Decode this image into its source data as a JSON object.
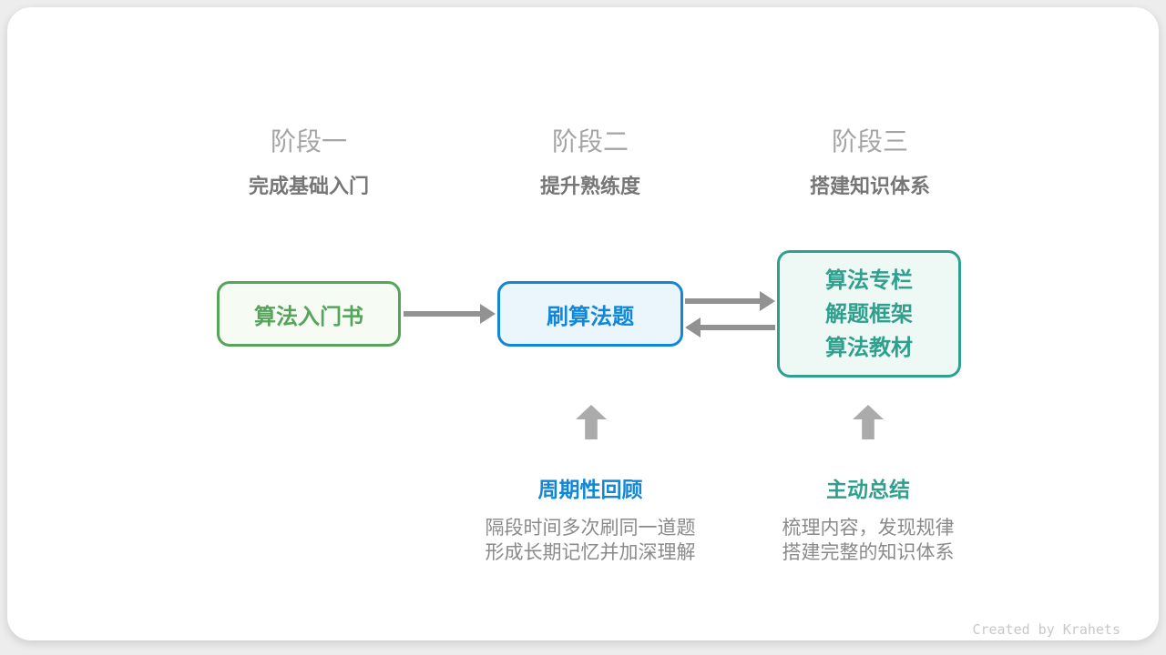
{
  "colors": {
    "green": "#55A45A",
    "green_bg": "#F6FBF4",
    "blue": "#1287D8",
    "blue_bg": "#EBF5FC",
    "teal": "#30A08E",
    "teal_bg": "#EEF8F5",
    "arrow_gray": "#929292",
    "up_arrow_gray": "#ABABAB",
    "stage_title_gray": "#A4A4A4",
    "subtitle_gray": "#767676",
    "desc_gray": "#8A8A8A",
    "credit_gray": "#C8C8C8"
  },
  "stages": [
    {
      "title": "阶段一",
      "subtitle": "完成基础入门"
    },
    {
      "title": "阶段二",
      "subtitle": "提升熟练度"
    },
    {
      "title": "阶段三",
      "subtitle": "搭建知识体系"
    }
  ],
  "boxes": {
    "box1": {
      "label": "算法入门书"
    },
    "box2": {
      "label": "刷算法题"
    },
    "box3": {
      "lines": [
        "算法专栏",
        "解题框架",
        "算法教材"
      ]
    }
  },
  "annotations": {
    "review": {
      "title": "周期性回顾",
      "desc_line1": "隔段时间多次刷同一道题",
      "desc_line2": "形成长期记忆并加深理解"
    },
    "summarize": {
      "title": "主动总结",
      "desc_line1": "梳理内容，发现规律",
      "desc_line2": "搭建完整的知识体系"
    }
  },
  "footer": {
    "credit": "Created by Krahets"
  }
}
